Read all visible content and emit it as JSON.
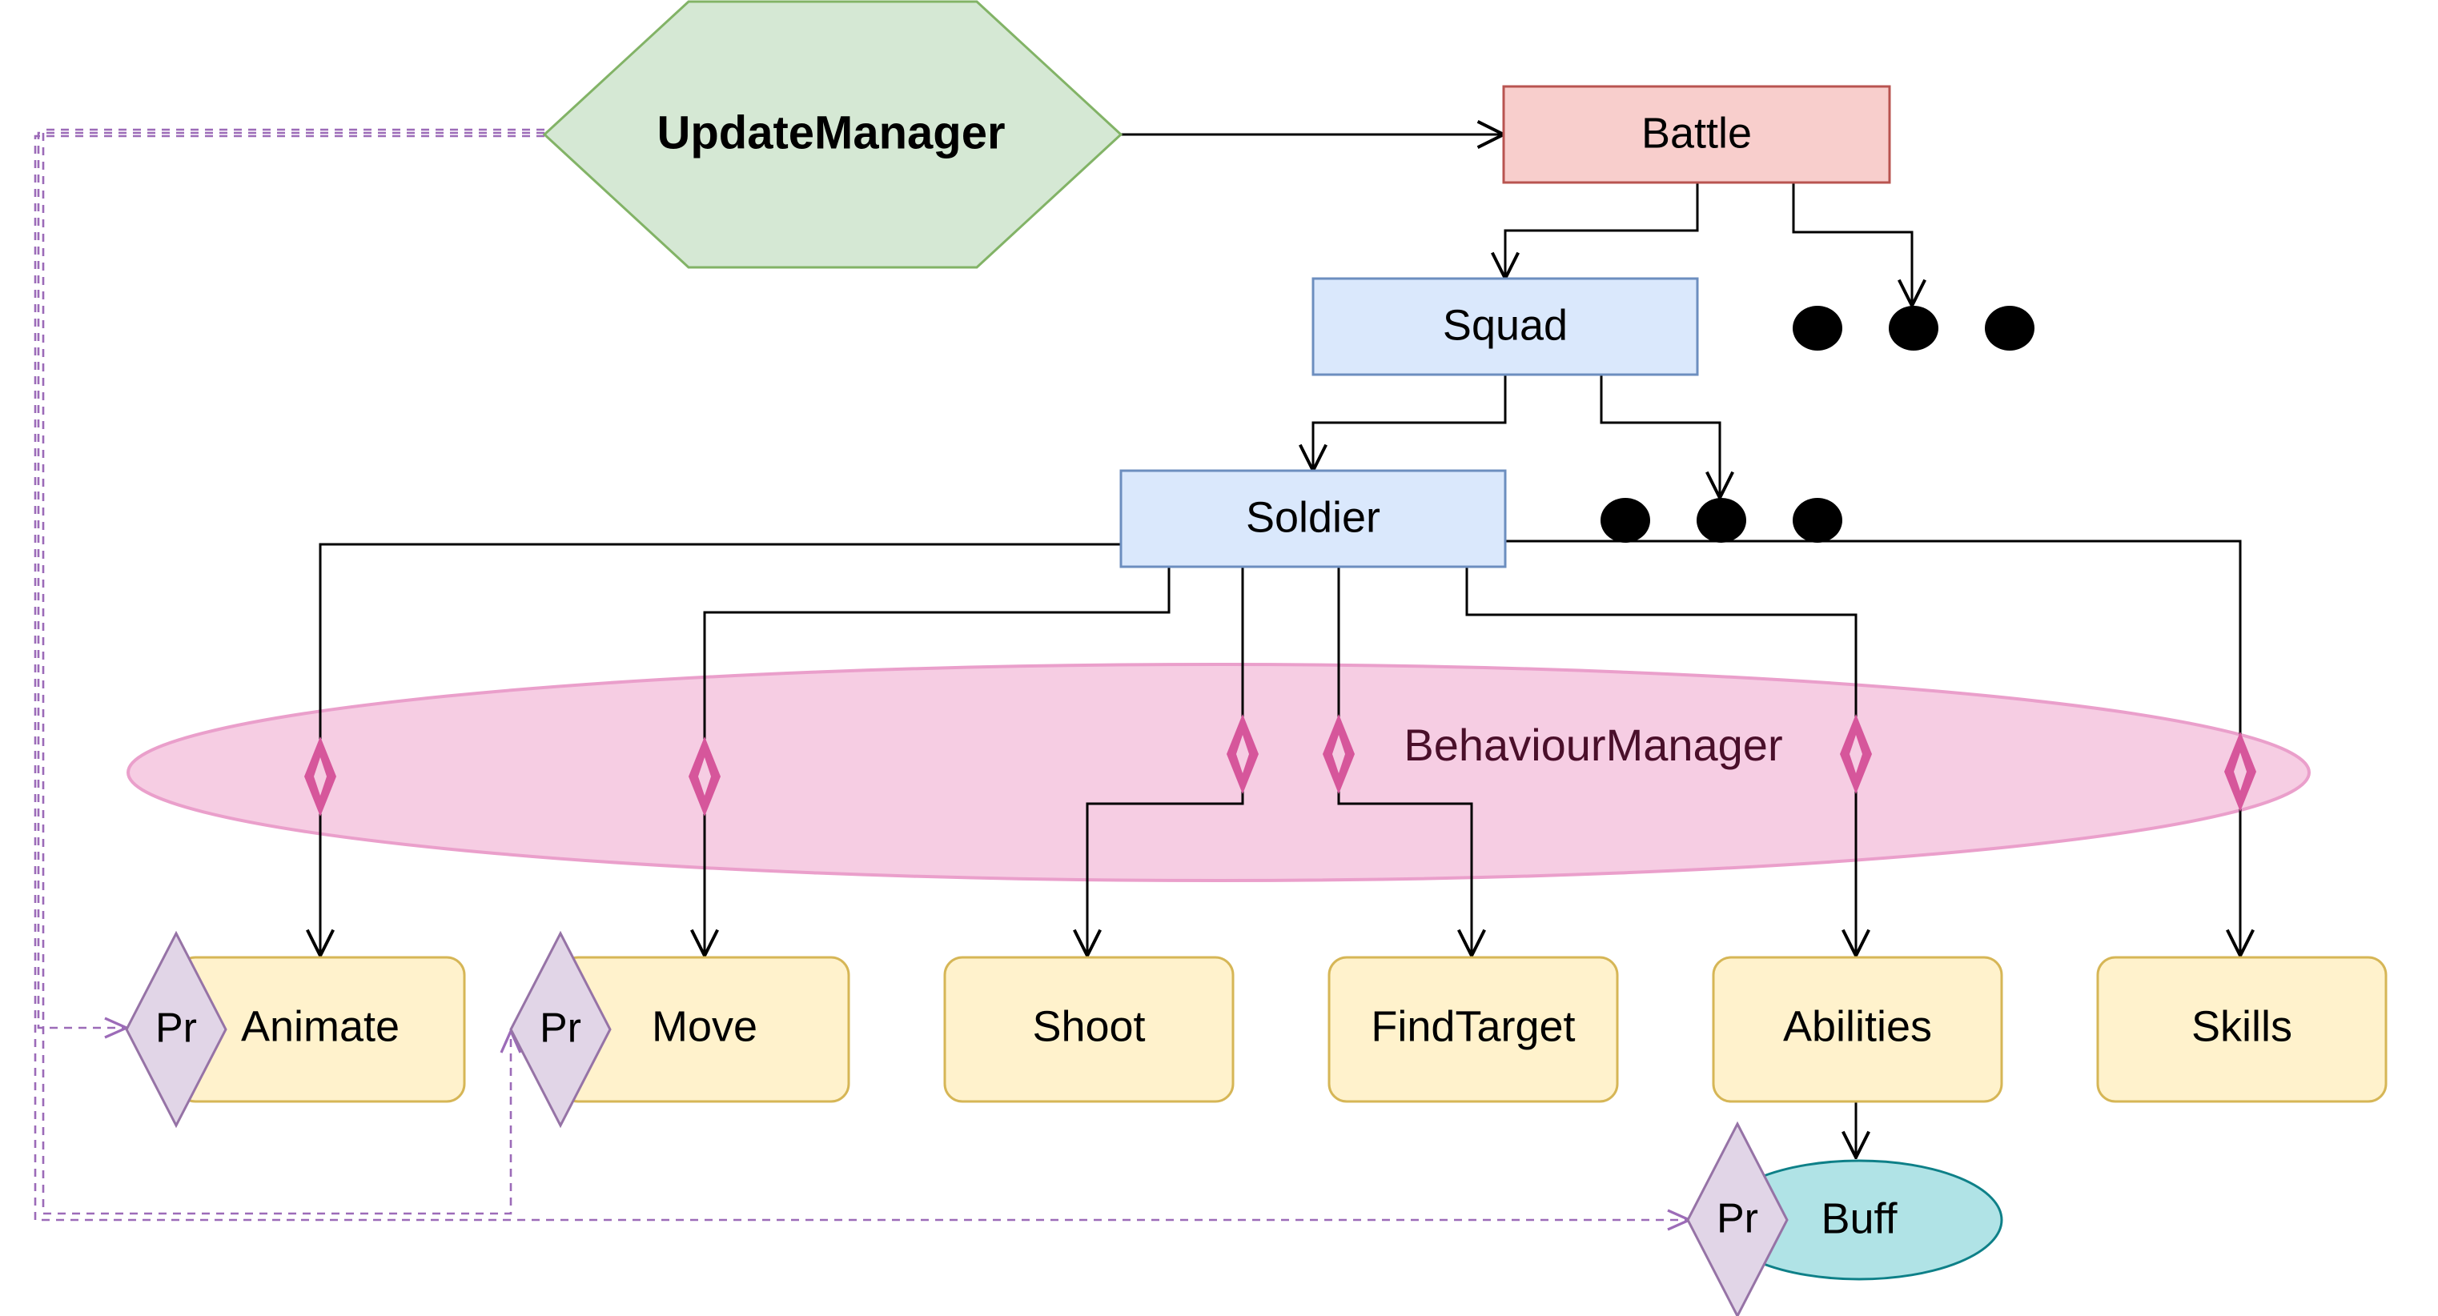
{
  "nodes": {
    "update_manager": "UpdateManager",
    "battle": "Battle",
    "squad": "Squad",
    "soldier": "Soldier",
    "behaviour_manager": "BehaviourManager",
    "animate": "Animate",
    "move": "Move",
    "shoot": "Shoot",
    "find_target": "FindTarget",
    "abilities": "Abilities",
    "skills": "Skills",
    "buff": "Buff"
  },
  "pr_label": "Pr",
  "colors": {
    "update_manager_fill": "#d5e8d4",
    "update_manager_stroke": "#82b366",
    "battle_fill": "#f8cecc",
    "battle_stroke": "#b85450",
    "blue_fill": "#dae8fc",
    "blue_stroke": "#6c8ebf",
    "behaviour_fill": "#f6cde3",
    "behaviour_stroke": "#ea9fcb",
    "diamond_pink": "#d6569b",
    "yellow_fill": "#fff2cc",
    "yellow_stroke": "#d6b656",
    "pr_fill": "#e1d5e7",
    "pr_stroke": "#9673a6",
    "buff_fill": "#b0e3e6",
    "buff_stroke": "#0e8088",
    "dashed_edge": "#9c6bb8"
  }
}
